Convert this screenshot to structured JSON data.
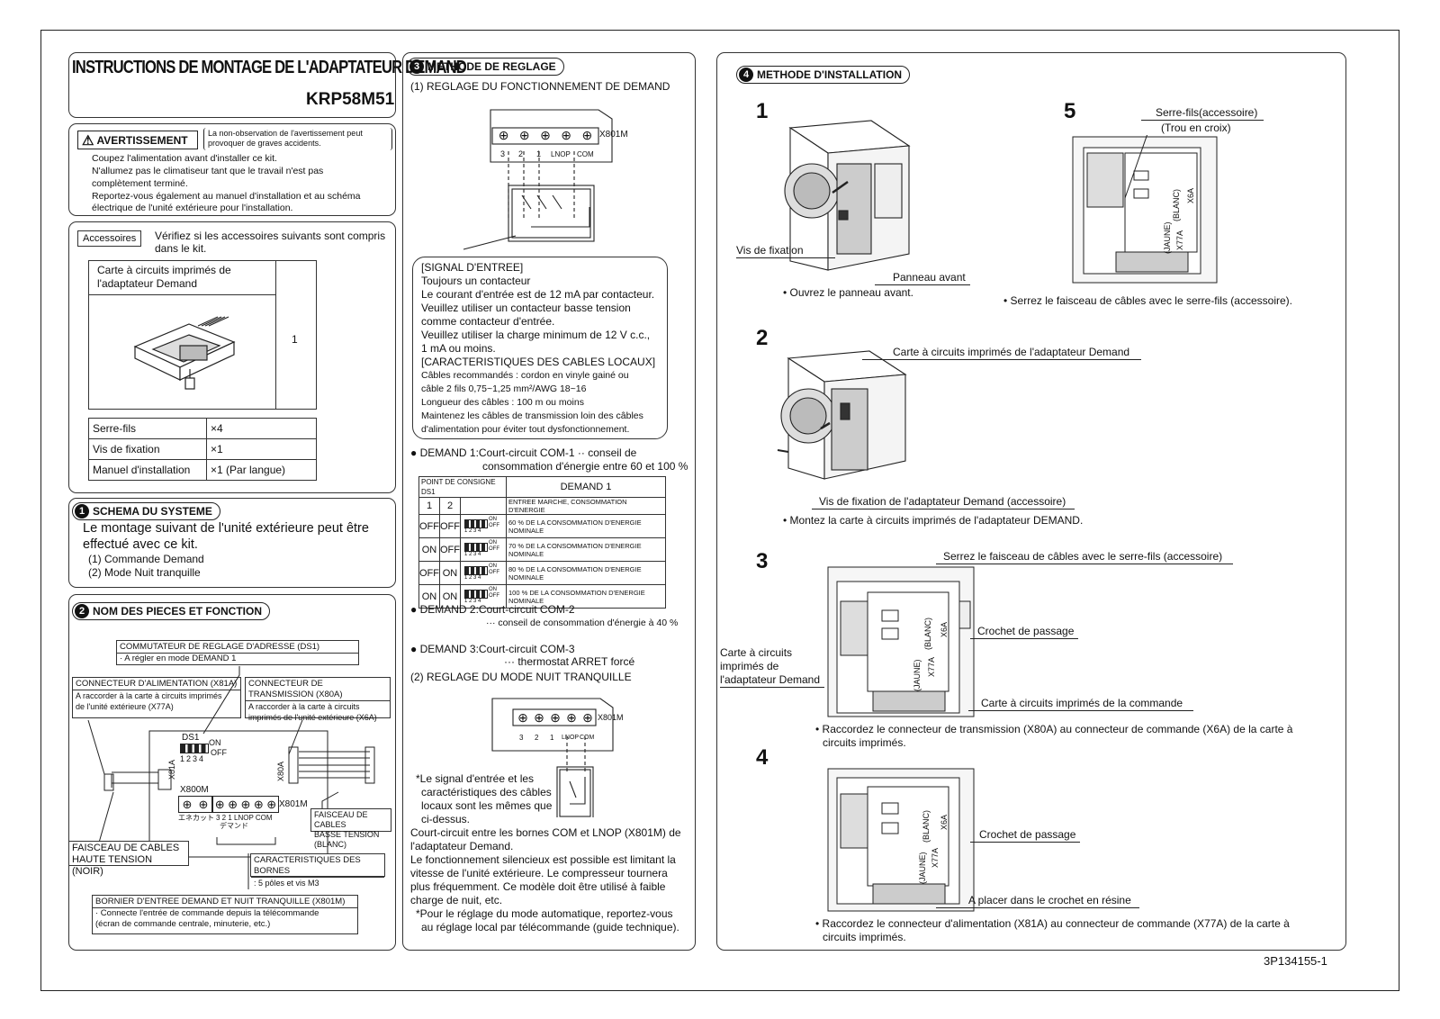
{
  "doc_code": "3P134155-1",
  "header": {
    "title": "INSTRUCTIONS DE MONTAGE DE L'ADAPTATEUR DEMAND",
    "model": "KRP58M51"
  },
  "warning": {
    "label": "AVERTISSEMENT",
    "note_lines": [
      "La non-observation de l'avertissement peut",
      "provoquer de graves accidents."
    ],
    "lines": [
      "Coupez l'alimentation avant d'installer ce kit.",
      "N'allumez pas le climatiseur tant que le travail n'est pas",
      "complètement terminé.",
      "Reportez-vous également au manuel d'installation et au schéma",
      "électrique de l'unité extérieure pour l'installation."
    ]
  },
  "accessories": {
    "label": "Accessoires",
    "intro_lines": [
      "Vérifiez si les accessoires suivants sont compris",
      "dans le kit."
    ],
    "board_lines": [
      "Carte à circuits imprimés de",
      "l'adaptateur Demand"
    ],
    "board_qty": "1",
    "items": [
      {
        "name": "Serre-fils",
        "qty": "×4"
      },
      {
        "name": "Vis de fixation",
        "qty": "×1"
      },
      {
        "name": "Manuel d'installation",
        "qty": "×1 (Par langue)"
      }
    ]
  },
  "section1": {
    "num": "1",
    "title": "SCHEMA DU SYSTEME",
    "lines": [
      "Le montage suivant de l'unité extérieure peut être",
      "effectué avec ce kit."
    ],
    "items": [
      "(1) Commande Demand",
      "(2) Mode Nuit tranquille"
    ]
  },
  "section2": {
    "num": "2",
    "title": "NOM DES PIECES ET FONCTION",
    "ds1_title": "COMMUTATEUR DE REGLAGE D'ADRESSE (DS1)",
    "ds1_note": "· A régler en mode DEMAND 1",
    "x81a_title": "CONNECTEUR D'ALIMENTATION (X81A)",
    "x81a_lines": [
      "A raccorder à la carte à circuits imprimés",
      "de l'unité extérieure (X77A)"
    ],
    "x80a_title": "CONNECTEUR DE TRANSMISSION (X80A)",
    "x80a_lines": [
      "A raccorder à la carte à circuits",
      "imprimés de l'unité extérieure (X6A)"
    ],
    "high_lines": [
      "FAISCEAU DE CABLES",
      "HAUTE TENSION (NOIR)"
    ],
    "low_lines": [
      "FAISCEAU DE CABLES",
      "BASSE TENSION (BLANC)"
    ],
    "term_title": "CARACTERISTIQUES DES BORNES",
    "term_note": ": 5 pôles et vis M3",
    "x801m_title": "BORNIER D'ENTREE DEMAND ET NUIT TRANQUILLE (X801M)",
    "x801m_lines": [
      "· Connecte l'entrée de commande depuis la télécommande",
      "  (écran de commande centrale, minuterie, etc.)"
    ],
    "board_labels": {
      "ds1": "DS1",
      "on": "ON",
      "off": "OFF",
      "pins": "1234",
      "x800m": "X800M",
      "x81a": "X81A",
      "x80a": "X80A",
      "x801m": "X801M",
      "jp": "エネカット",
      "terms": "3  2  1  LNOP COM",
      "jp2": "デマンド"
    }
  },
  "section3": {
    "num": "3",
    "title": "METHODE DE REGLAGE",
    "sub1": "(1) REGLAGE DU FONCTIONNEMENT DE DEMAND",
    "term_label": "X801M",
    "term_pins": [
      "3",
      "2",
      "1",
      "LNOP",
      "COM"
    ],
    "signal_lines": [
      "[SIGNAL D'ENTREE]",
      "Toujours un contacteur",
      "Le courant d'entrée est de 12 mA par contacteur.",
      "Veuillez utiliser un contacteur basse tension",
      "comme contacteur d'entrée.",
      "Veuillez utiliser la charge minimum de 12 V c.c.,",
      "1 mA ou moins.",
      "[CARACTERISTIQUES DES CABLES LOCAUX]"
    ],
    "cable_lines": [
      "Câbles recommandés : cordon en vinyle gainé ou",
      "câble 2 fils 0,75~1,25 mm²/AWG 18~16",
      "Longueur des câbles : 100 m ou moins",
      "Maintenez les câbles de transmission loin des câbles",
      "d'alimentation pour éviter tout dysfonctionnement."
    ],
    "demand1_lines": [
      "● DEMAND 1:Court-circuit COM-1 ·· conseil de",
      "consommation d'énergie entre 60 et 100 %"
    ],
    "table": {
      "head1": "POINT DE CONSIGNE DS1",
      "head2": "DEMAND 1",
      "sub_cols": [
        "1",
        "2"
      ],
      "sub_head": "ENTREE MARCHE, CONSOMMATION D'ENERGIE",
      "on": "ON",
      "off": "OFF",
      "pins": "1 2 3 4",
      "rows": [
        {
          "c1": "OFF",
          "c2": "OFF",
          "text": "60 % DE LA CONSOMMATION D'ENERGIE NOMINALE"
        },
        {
          "c1": "ON",
          "c2": "OFF",
          "text": "70 % DE LA CONSOMMATION D'ENERGIE NOMINALE"
        },
        {
          "c1": "OFF",
          "c2": "ON",
          "text": "80 % DE LA CONSOMMATION D'ENERGIE NOMINALE"
        },
        {
          "c1": "ON",
          "c2": "ON",
          "text": "100 % DE LA CONSOMMATION D'ENERGIE NOMINALE"
        }
      ]
    },
    "demand2_lines": [
      "● DEMAND 2:Court-circuit COM-2",
      "··· conseil de consommation d'énergie à 40 %"
    ],
    "demand3_lines": [
      "● DEMAND 3:Court-circuit COM-3",
      "··· thermostat ARRET forcé"
    ],
    "sub2": "(2) REGLAGE DU MODE NUIT TRANQUILLE",
    "note_lines": [
      "*Le signal d'entrée et les",
      "caractéristiques des câbles",
      "locaux sont les mêmes que",
      "ci-dessus."
    ],
    "night_lines": [
      "Court-circuit entre les bornes COM et LNOP (X801M) de",
      "l'adaptateur Demand.",
      "Le fonctionnement silencieux est possible est limitant la",
      "vitesse de l'unité extérieure. Le compresseur tournera",
      "plus fréquemment. Ce modèle doit être utilisé à faible",
      "charge de nuit, etc."
    ],
    "auto_lines": [
      "*Pour le réglage du mode automatique, reportez-vous",
      "au réglage local par télécommande (guide technique)."
    ]
  },
  "section4": {
    "num": "4",
    "title": "METHODE D'INSTALLATION",
    "step1": {
      "num": "1",
      "screw": "Vis de fixation",
      "panel": "Panneau avant",
      "caption": "• Ouvrez le panneau avant."
    },
    "step2": {
      "num": "2",
      "board": "Carte à circuits imprimés de l'adaptateur Demand",
      "screw": "Vis de fixation de l'adaptateur Demand (accessoire)",
      "caption": "• Montez la carte à circuits imprimés de l'adaptateur DEMAND."
    },
    "step3": {
      "num": "3",
      "clamp": "Serrez le faisceau de câbles avec le serre-fils (accessoire)",
      "hook": "Crochet de passage",
      "board_lines": [
        "Carte à circuits",
        "imprimés de",
        "l'adaptateur Demand"
      ],
      "ctrl": "Carte à circuits imprimés de la commande",
      "caption_lines": [
        "• Raccordez le connecteur de transmission (X80A) au connecteur de commande (X6A) de la carte à",
        "circuits imprimés."
      ]
    },
    "step4": {
      "num": "4",
      "hook": "Crochet de passage",
      "resin": "A placer dans le crochet en résine",
      "caption_lines": [
        "• Raccordez le connecteur d'alimentation (X81A) au connecteur de commande (X77A) de la carte à",
        "circuits imprimés."
      ]
    },
    "step5": {
      "num": "5",
      "clamp": "Serre-fils(accessoire)",
      "hole": "(Trou en croix)",
      "caption": "• Serrez le faisceau de câbles avec le serre-fils (accessoire)."
    },
    "pcb_labels": {
      "blanc": "(BLANC)",
      "jaune": "(JAUNE)",
      "x6a": "X6A",
      "x77a": "X77A"
    }
  }
}
